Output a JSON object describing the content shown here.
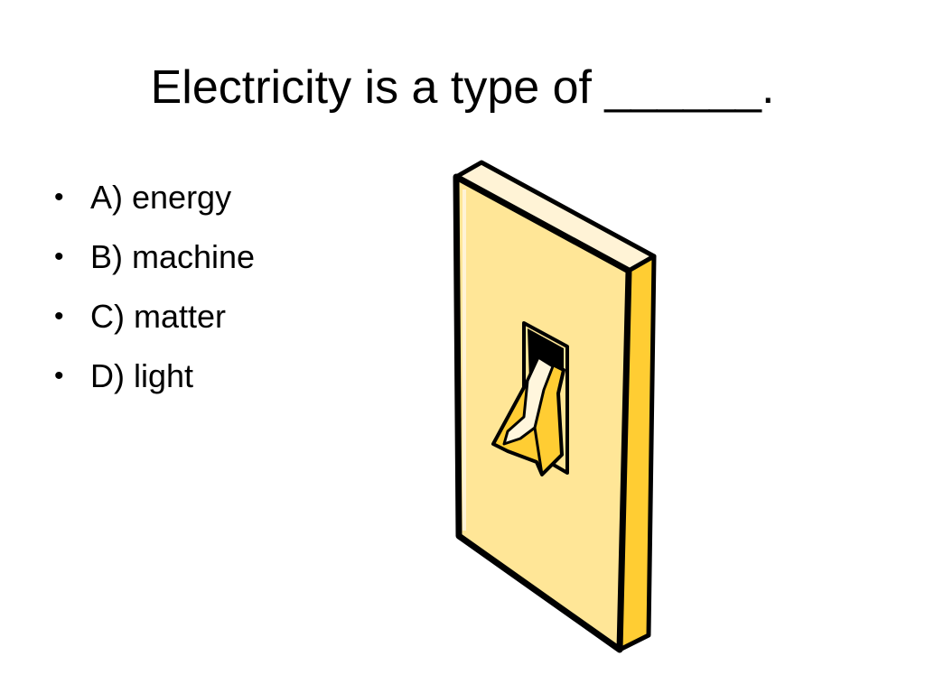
{
  "slide": {
    "title": "Electricity is a type of ______.",
    "bullet_glyph": "•",
    "options": [
      {
        "label": "A) energy"
      },
      {
        "label": "B) machine"
      },
      {
        "label": "C) matter"
      },
      {
        "label": "D) light"
      }
    ]
  },
  "illustration": {
    "icon": "light-switch-icon",
    "colors": {
      "plate_face": "#FFE697",
      "plate_side": "#FFCD33",
      "plate_top": "#FFF3D6",
      "toggle_light": "#FFF6DD",
      "outline": "#000000"
    }
  }
}
